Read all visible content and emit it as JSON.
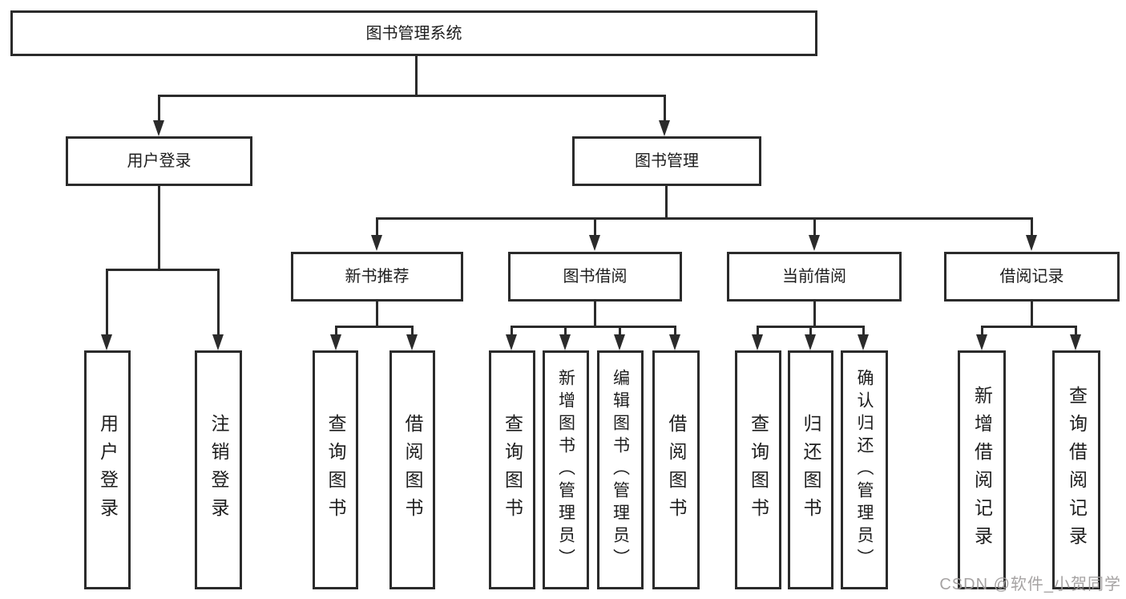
{
  "colors": {
    "line": "#2b2b2b",
    "box_border": "#2b2b2b",
    "text": "#1d1d1d",
    "background": "#ffffff",
    "watermark": "#9e9b9b"
  },
  "root": {
    "label": "图书管理系统"
  },
  "branches": [
    {
      "label": "用户登录",
      "children": [
        {
          "label": "用户登录"
        },
        {
          "label": "注销登录"
        }
      ]
    },
    {
      "label": "图书管理",
      "children": [
        {
          "label": "新书推荐",
          "children": [
            {
              "label": "查询图书"
            },
            {
              "label": "借阅图书"
            }
          ]
        },
        {
          "label": "图书借阅",
          "children": [
            {
              "label": "查询图书"
            },
            {
              "label": "新增图书（管理员）"
            },
            {
              "label": "编辑图书（管理员）"
            },
            {
              "label": "借阅图书"
            }
          ]
        },
        {
          "label": "当前借阅",
          "children": [
            {
              "label": "查询图书"
            },
            {
              "label": "归还图书"
            },
            {
              "label": "确认归还（管理员）"
            }
          ]
        },
        {
          "label": "借阅记录",
          "children": [
            {
              "label": "新增借阅记录"
            },
            {
              "label": "查询借阅记录"
            }
          ]
        }
      ]
    }
  ],
  "watermark": {
    "text": "CSDN @软件_小贺同学"
  }
}
